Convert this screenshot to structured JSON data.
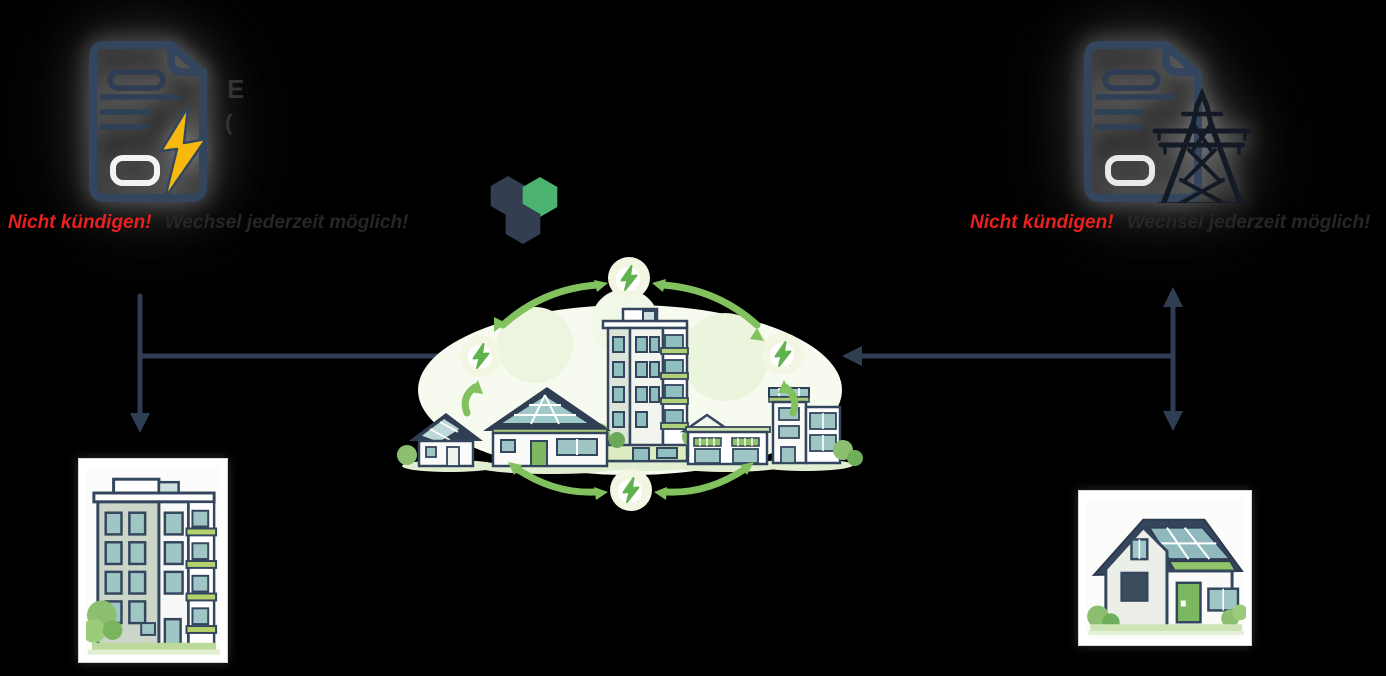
{
  "canvas": {
    "background": "#000000"
  },
  "left_contract": {
    "icon": "contract-document-lightning-icon",
    "warning": "Nicht kündigen!",
    "note": "Wechsel jederzeit möglich!",
    "fragment_line1": "E",
    "fragment_line2": "("
  },
  "right_contract": {
    "icon": "contract-document-power-pylon-icon",
    "warning": "Nicht kündigen!",
    "note": "Wechsel jederzeit möglich!"
  },
  "logo": {
    "icon": "three-hexagon-logo",
    "hex_dark": "#333e50",
    "hex_green": "#4db370"
  },
  "community": {
    "illustration": "energy-sharing-neighborhood",
    "energy_badge_icon": "lightning-bolt-icon",
    "badge_count": 4,
    "arrow_color_green": "#82c25e",
    "bolt_green": "#5fb24c"
  },
  "bottom_left_image": {
    "illustration": "apartment-building"
  },
  "bottom_right_image": {
    "illustration": "solar-house"
  },
  "colors": {
    "connector_navy": "#2f3e53",
    "warning_red": "#e8201e",
    "lightning_gold": "#f8b90f"
  }
}
